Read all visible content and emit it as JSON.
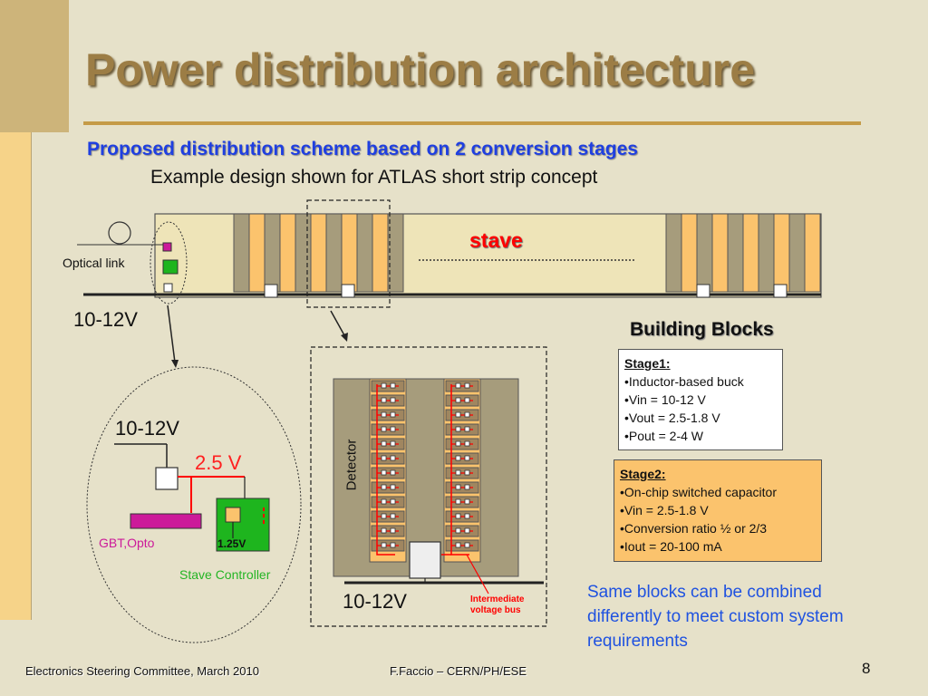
{
  "title": "Power distribution architecture",
  "subtitle": "Proposed distribution scheme based on 2 conversion stages",
  "subtitle2": "Example design shown for ATLAS short strip concept",
  "diagram": {
    "stave_label": "stave",
    "optical_link_label": "Optical link",
    "stave_voltage_label": "10-12V",
    "controller_voltage_label": "10-12V",
    "intermediate_voltage_label": "2.5 V",
    "gbt_label": "GBT,Opto",
    "controller_core_label": "1.25V",
    "stave_controller_label": "Stave Controller",
    "detector_label": "Detector",
    "module_voltage_label": "10-12V",
    "bus_label": "Intermediate voltage bus"
  },
  "building_blocks": {
    "heading": "Building Blocks",
    "stage1": {
      "title": "Stage1:",
      "items": [
        "•Inductor-based buck",
        "•Vin = 10-12 V",
        "•Vout = 2.5-1.8 V",
        "•Pout = 2-4 W"
      ]
    },
    "stage2": {
      "title": "Stage2:",
      "items": [
        "•On-chip switched capacitor",
        "•Vin = 2.5-1.8 V",
        "•Conversion ratio ½ or 2/3",
        "•Iout = 20-100 mA"
      ]
    },
    "note": "Same blocks can be combined differently to meet custom system requirements"
  },
  "footer": {
    "left": "Electronics Steering Committee, March 2010",
    "center": "F.Faccio – CERN/PH/ESE",
    "page": "8"
  },
  "colors": {
    "title": "#9c7d45",
    "subtitle": "#1f3fe0",
    "stave_label": "#ff0000",
    "stage2_fill": "#fbc36d",
    "note": "#1f52e0",
    "accent": "#f6d389"
  }
}
